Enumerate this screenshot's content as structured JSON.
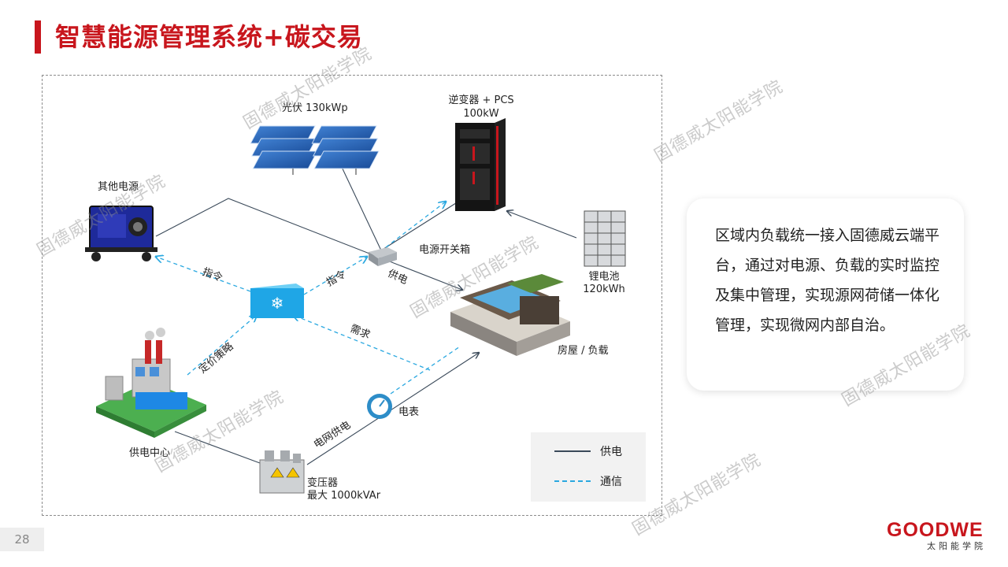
{
  "title": "智慧能源管理系统+碳交易",
  "labels": {
    "pv": "光伏 130kWp",
    "inverter_line1": "逆变器 + PCS",
    "inverter_line2": "100kW",
    "other_source": "其他电源",
    "switch_box": "电源开关箱",
    "battery_line1": "锂电池",
    "battery_line2": "120kWh",
    "power_supply": "供电",
    "command_left": "指令",
    "command_right": "指令",
    "demand": "需求",
    "pricing": "定价策略",
    "house": "房屋 / 负载",
    "meter": "电表",
    "grid_supply": "电网供电",
    "supply_center": "供电中心",
    "transformer_line1": "变压器",
    "transformer_line2": "最大 1000kVAr"
  },
  "legend": {
    "supply": "供电",
    "comm": "通信"
  },
  "callout": "区域内负载统一接入固德威云端平台，通过对电源、负载的实时监控及集中管理，实现源网荷储一体化管理，实现微网内部自治。",
  "page_number": "28",
  "logo": {
    "main": "GOODWE",
    "sub": "太阳能学院"
  },
  "watermark": "固德威太阳能学院",
  "colors": {
    "brand_red": "#c8161d",
    "supply_line": "#3b4a5a",
    "comm_line": "#2aa8e0"
  }
}
